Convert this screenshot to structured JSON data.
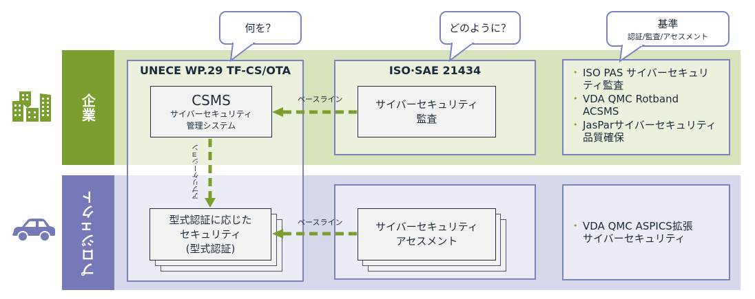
{
  "rows": {
    "enterprise": {
      "label": "企業",
      "icon": "buildings-icon",
      "color": "#7a9f2e",
      "band_color": "#d8e4bc"
    },
    "project": {
      "label": "プロジェクト",
      "icon": "car-icon",
      "color": "#7579b8",
      "band_color": "#d6d9ec"
    }
  },
  "callouts": {
    "what": {
      "text": "何を？"
    },
    "how": {
      "text": "どのように？"
    },
    "criteria": {
      "text": "基準",
      "subtext": "認証/監査/アセスメント"
    }
  },
  "columns": {
    "unece": {
      "title": "UNECE WP.29 TF-CS/OTA",
      "csms": {
        "title": "CSMS",
        "line1": "サイバーセキュリティ",
        "line2": "管理システム"
      },
      "type_approval": {
        "line1": "型式認証に応じた",
        "line2": "セキュリティ",
        "line3": "(型式認証)"
      }
    },
    "iso": {
      "title": "ISO·SAE 21434",
      "audit": {
        "line1": "サイバーセキュリティ",
        "line2": "監査"
      },
      "assessment": {
        "line1": "サイバーセキュリティ",
        "line2": "アセスメント"
      }
    },
    "criteria": {
      "enterprise_items": [
        {
          "line1": "ISO PAS サイバーセキュリ",
          "line2": "ティ監査"
        },
        {
          "line1": "VDA QMC Rotband",
          "line2": "ACSMS"
        },
        {
          "line1": "JasParサイバーセキュリティ",
          "line2": "品質確保"
        }
      ],
      "project_items": [
        {
          "line1": "VDA QMC ASPICS拡張",
          "line2": "サイバーセキュリティ"
        }
      ]
    }
  },
  "arrows": {
    "baseline_top": "ベースライン",
    "baseline_bottom": "ベースライン",
    "application": "アプリケーション",
    "arrow_color": "#7a9f2e"
  }
}
